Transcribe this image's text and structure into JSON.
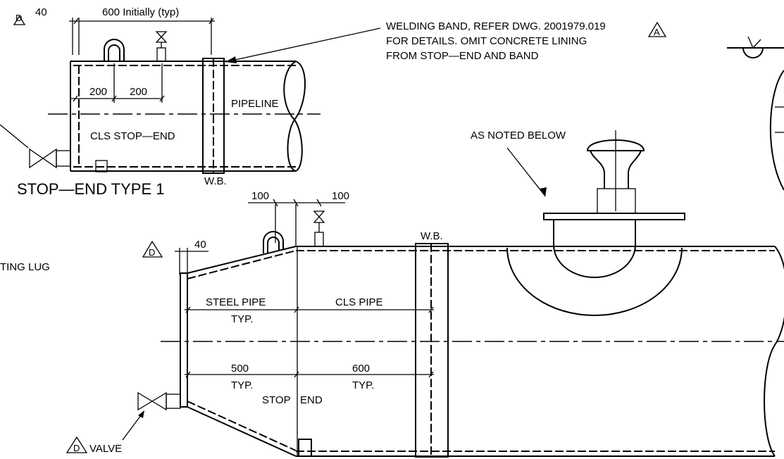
{
  "revision_tags": {
    "d": "D",
    "a": "A"
  },
  "top_view": {
    "dim_40": "40",
    "dim_600": "600 Initially (typ)",
    "dim_200a": "200",
    "dim_200b": "200",
    "pipeline": "PIPELINE",
    "cls_stop_end": "CLS STOP—END",
    "wb": "W.B.",
    "title": "STOP—END TYPE 1"
  },
  "note_welding": {
    "line1": "WELDING BAND, REFER DWG. 2001979.019",
    "line2": "FOR DETAILS. OMIT CONCRETE LINING",
    "line3": "FROM STOP—END AND BAND"
  },
  "note_as_noted": "AS NOTED BELOW",
  "lifting_lug_partial": "TING LUG",
  "bottom_view": {
    "dim_100a": "100",
    "dim_100b": "100",
    "dim_40": "40",
    "wb": "W.B.",
    "steel_pipe": "STEEL PIPE",
    "typ1": "TYP.",
    "cls_pipe": "CLS PIPE",
    "dim_500": "500",
    "typ2": "TYP.",
    "dim_600": "600",
    "typ3": "TYP.",
    "stop": "STOP",
    "end": "END",
    "valve": "VALVE"
  }
}
